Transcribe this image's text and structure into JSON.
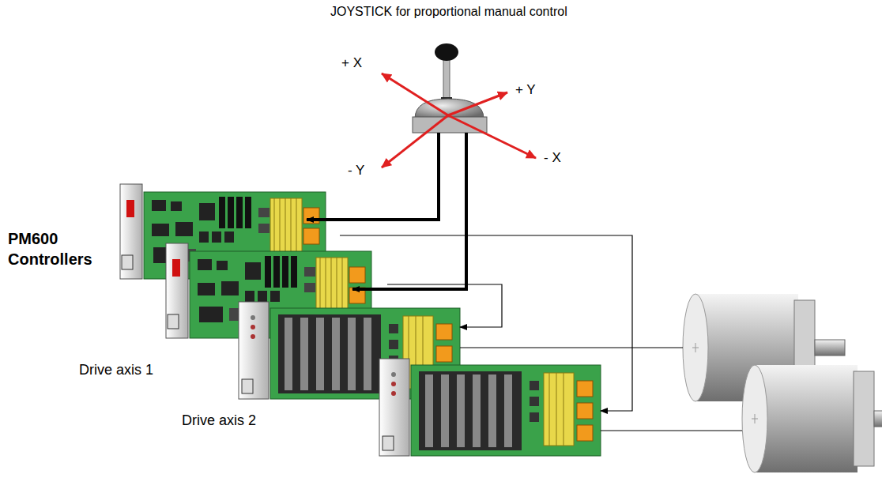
{
  "diagram": {
    "title": "JOYSTICK for proportional manual control",
    "labels": [
      "+ X",
      "+ Y",
      "- Y",
      "- X",
      "PM600 Controllers",
      "Drive axis 1",
      "Drive axis 2"
    ]
  }
}
